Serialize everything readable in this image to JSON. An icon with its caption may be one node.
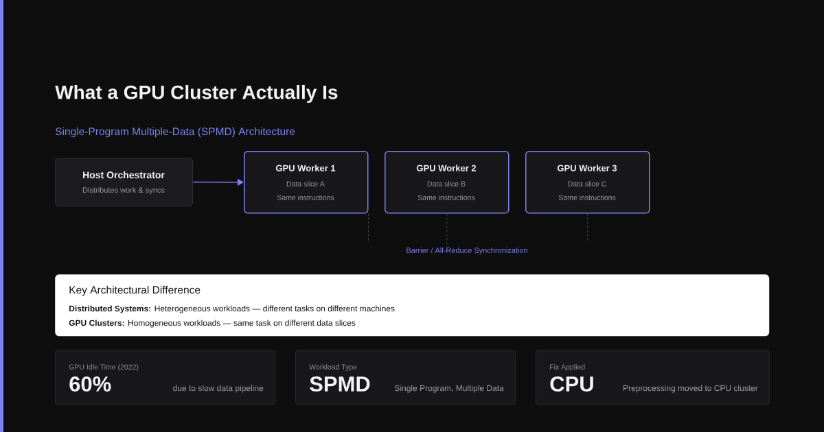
{
  "diagram": {
    "title": "What a GPU Cluster Actually Is",
    "nodes": [
      {
        "text": [
          "Host Orchestrator",
          "Distributes work & syncs"
        ]
      },
      {
        "text": [
          "GPU Worker 1",
          "Data slice A",
          "Same instructions"
        ]
      },
      {
        "text": [
          "GPU Worker 2",
          "Data slice B",
          "Same instructions"
        ]
      },
      {
        "text": [
          "GPU Worker 3",
          "Data slice C",
          "Same instructions"
        ]
      },
      {
        "text": [
          "Barrier / All-Reduce Synchronization"
        ]
      },
      {
        "text": [
          "Key Architectural Difference",
          "**Distributed Systems:** Heterogeneous workloads — different tasks on different machines",
          "**GPU Clusters:** Homogeneous workloads — same task on different data slices"
        ]
      },
      {
        "text": [
          "GPU Idle Time (2022)",
          "60%",
          "due to slow data pipeline"
        ]
      },
      {
        "text": [
          "Workload Type",
          "SPMD",
          "Single Program, Multiple Data"
        ]
      },
      {
        "text": [
          "Fix Applied",
          "CPU",
          "Preprocessing moved to CPU cluster"
        ]
      }
    ],
    "edges": [
      {
        "from": 0,
        "to": 1,
        "arrow": "to",
        "color": "#7c82f0"
      },
      {
        "from": 1,
        "to": null,
        "arrow": "none",
        "style": "dashed"
      },
      {
        "from": 2,
        "to": 4,
        "arrow": "none",
        "style": "dashed"
      },
      {
        "from": 3,
        "to": null,
        "arrow": "none",
        "style": "dashed"
      }
    ],
    "labels": [
      "Single-Program Multiple-Data (SPMD) Architecture"
    ]
  }
}
